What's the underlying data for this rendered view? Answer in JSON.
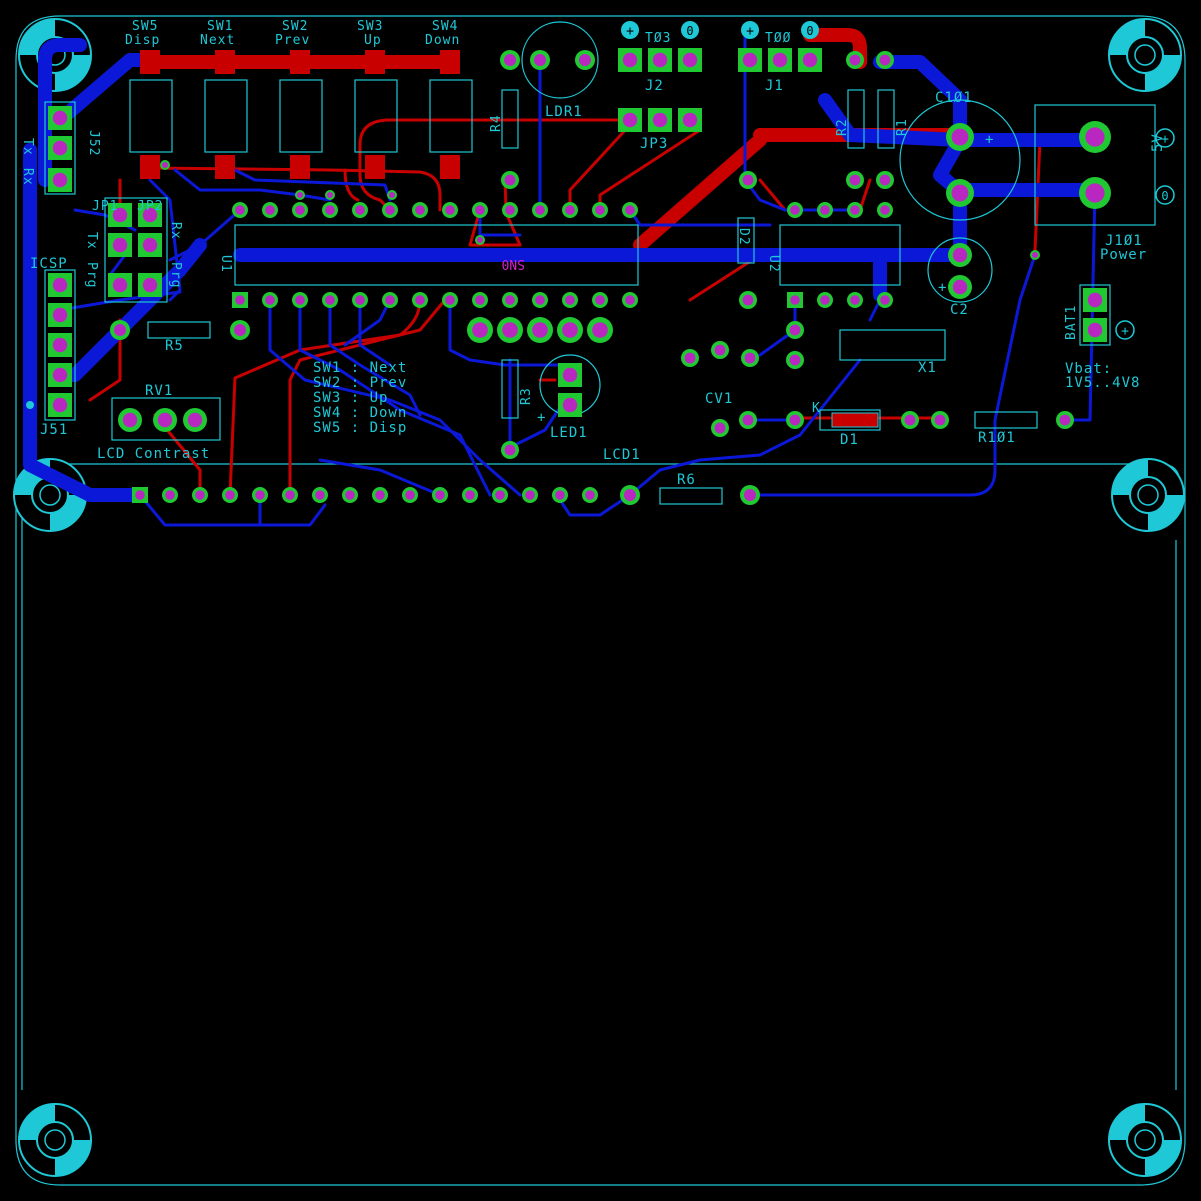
{
  "board": {
    "switches": [
      {
        "ref": "SW5",
        "label": "Disp"
      },
      {
        "ref": "SW1",
        "label": "Next"
      },
      {
        "ref": "SW2",
        "label": "Prev"
      },
      {
        "ref": "SW3",
        "label": "Up"
      },
      {
        "ref": "SW4",
        "label": "Down"
      }
    ],
    "connectors": {
      "j52": "J52",
      "tx": "Tx",
      "rx": "Rx",
      "jp1": "JP1",
      "jp2": "JP2",
      "jp_tx": "Tx",
      "jp_rx": "Rx",
      "jp_prg_left": "Prg",
      "jp_prg_right": "Prg",
      "icsp": "ICSP",
      "j51": "J51",
      "jp3": "JP3",
      "j2": "J2",
      "j1": "J1",
      "j2_top": "TØ3",
      "j1_top": "TØØ",
      "j101": "J1Ø1",
      "power": "Power",
      "five_v": "5V",
      "bat1": "BAT1",
      "vbat": "Vbat:",
      "vbat_range": "1V5..4V8",
      "lcd1": "LCD1",
      "lcd_contrast": "LCD Contrast",
      "rv1": "RV1",
      "cv1": "CV1",
      "x1": "X1"
    },
    "components": {
      "u1": "U1",
      "u2": "U2",
      "sn_label": "SN0",
      "ldr1": "LDR1",
      "r1": "R1",
      "r2": "R2",
      "r3": "R3",
      "r4": "R4",
      "r5": "R5",
      "r6": "R6",
      "r101": "R1Ø1",
      "c101": "C1Ø1",
      "c2": "C2",
      "d1": "D1",
      "d1_k": "K",
      "d2": "D2",
      "led1": "LED1",
      "plus": "+",
      "zero": "0"
    },
    "legend": [
      "SW1 : Next",
      "SW2 : Prev",
      "SW3 : Up",
      "SW4 : Down",
      "SW5 : Disp"
    ],
    "colors": {
      "background": "#000000",
      "silkscreen": "#1ec8d6",
      "top_copper": "#c80000",
      "bottom_copper": "#0c18d8",
      "pad": "#20c832",
      "drill": "#b828c0"
    }
  }
}
